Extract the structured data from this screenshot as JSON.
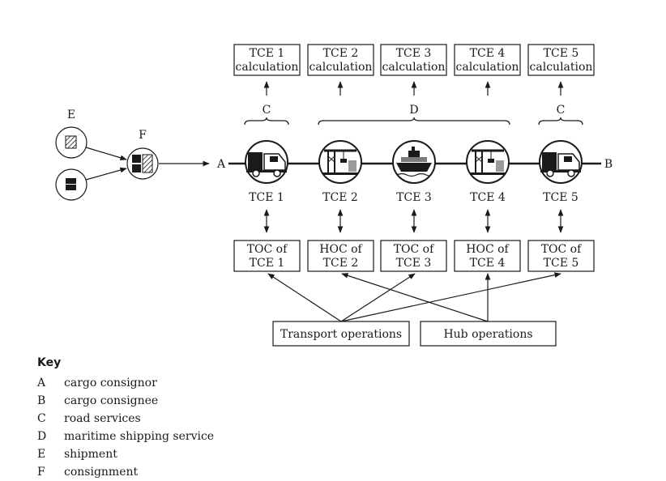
{
  "diagram": {
    "calc_boxes": [
      {
        "line1": "TCE 1",
        "line2": "calculation"
      },
      {
        "line1": "TCE 2",
        "line2": "calculation"
      },
      {
        "line1": "TCE 3",
        "line2": "calculation"
      },
      {
        "line1": "TCE 4",
        "line2": "calculation"
      },
      {
        "line1": "TCE 5",
        "line2": "calculation"
      }
    ],
    "brace_labels": [
      "C",
      "D",
      "C"
    ],
    "tce_labels": [
      "TCE 1",
      "TCE 2",
      "TCE 3",
      "TCE 4",
      "TCE 5"
    ],
    "operator_boxes": [
      {
        "line1": "TOC of",
        "line2": "TCE 1"
      },
      {
        "line1": "HOC of",
        "line2": "TCE 2"
      },
      {
        "line1": "TOC of",
        "line2": "TCE 3"
      },
      {
        "line1": "HOC of",
        "line2": "TCE 4"
      },
      {
        "line1": "TOC of",
        "line2": "TCE 5"
      }
    ],
    "transport_operations": "Transport operations",
    "hub_operations": "Hub operations",
    "label_a": "A",
    "label_b": "B",
    "label_e": "E",
    "label_f": "F"
  },
  "key": {
    "title": "Key",
    "items": [
      {
        "letter": "A",
        "text": "cargo consignor"
      },
      {
        "letter": "B",
        "text": "cargo consignee"
      },
      {
        "letter": "C",
        "text": "road services"
      },
      {
        "letter": "D",
        "text": "maritime shipping service"
      },
      {
        "letter": "E",
        "text": "shipment"
      },
      {
        "letter": "F",
        "text": "consignment"
      }
    ]
  }
}
